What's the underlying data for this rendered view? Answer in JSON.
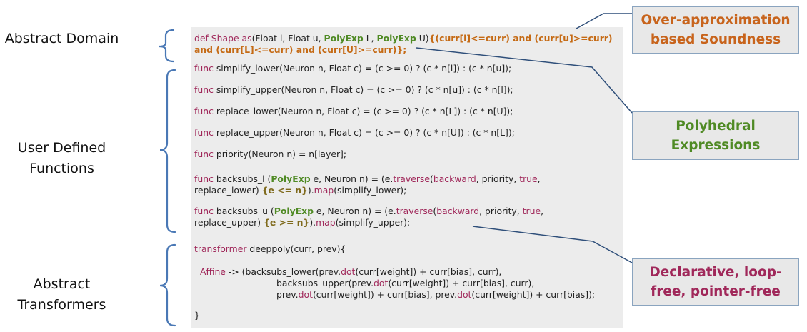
{
  "sections": [
    {
      "label": "Abstract Domain"
    },
    {
      "label": "User Defined\nFunctions"
    },
    {
      "label": "Abstract\nTransformers"
    }
  ],
  "callouts": [
    {
      "text": "Over-approximation\nbased Soundness",
      "color": "#c8641c"
    },
    {
      "text": "Polyhedral\nExpressions",
      "color": "#4f8a24"
    },
    {
      "text": "Declarative, loop-\nfree, pointer-free",
      "color": "#a0285a"
    }
  ],
  "code": {
    "shape_def": [
      [
        [
          "k",
          "def Shape as"
        ],
        [
          "",
          "(Float l, Float u, "
        ],
        [
          "ty",
          "PolyExp"
        ],
        [
          "",
          " L, "
        ],
        [
          "ty",
          "PolyExp"
        ],
        [
          "",
          " U)"
        ],
        [
          "bo",
          "{(curr[l]<=curr) and (curr[u]>=curr)"
        ]
      ],
      [
        [
          "bo",
          "and (curr[L]<=curr) and (curr[U]>=curr)};"
        ]
      ]
    ],
    "functions": [
      [
        [
          [
            "k",
            "func"
          ],
          [
            "",
            " simplify_lower(Neuron n, Float c) = (c >= 0) ? (c * n[l]) : (c * n[u]);"
          ]
        ]
      ],
      [
        [
          [
            "k",
            "func"
          ],
          [
            "",
            " simplify_upper(Neuron n, Float c) = (c >= 0) ? (c * n[u]) : (c * n[l]);"
          ]
        ]
      ],
      [
        [
          [
            "k",
            "func"
          ],
          [
            "",
            " replace_lower(Neuron n, Float c) = (c >= 0) ? (c * n[L]) : (c * n[U]);"
          ]
        ]
      ],
      [
        [
          [
            "k",
            "func"
          ],
          [
            "",
            " replace_upper(Neuron n, Float c) = (c >= 0) ? (c * n[U]) : (c * n[L]);"
          ]
        ]
      ],
      [
        [
          [
            "k",
            "func"
          ],
          [
            "",
            " priority(Neuron n) = n[layer];"
          ]
        ]
      ],
      [
        [
          [
            "k",
            "func"
          ],
          [
            "",
            " backsubs_l ("
          ],
          [
            "ty",
            "PolyExp"
          ],
          [
            "",
            " e, Neuron n) = (e."
          ],
          [
            "k",
            "traverse"
          ],
          [
            "",
            "("
          ],
          [
            "k",
            "backward"
          ],
          [
            "",
            ", priority, "
          ],
          [
            "k",
            "true"
          ],
          [
            "",
            ","
          ]
        ],
        [
          [
            "",
            "replace_lower) "
          ],
          [
            "gb",
            "{e <= n}"
          ],
          [
            "",
            ")."
          ],
          [
            "k",
            "map"
          ],
          [
            "",
            "(simplify_lower);"
          ]
        ]
      ],
      [
        [
          [
            "k",
            "func"
          ],
          [
            "",
            " backsubs_u ("
          ],
          [
            "ty",
            "PolyExp"
          ],
          [
            "",
            " e, Neuron n) = (e."
          ],
          [
            "k",
            "traverse"
          ],
          [
            "",
            "("
          ],
          [
            "k",
            "backward"
          ],
          [
            "",
            ", priority, "
          ],
          [
            "k",
            "true"
          ],
          [
            "",
            ","
          ]
        ],
        [
          [
            "",
            "replace_upper) "
          ],
          [
            "gb",
            "{e >= n}"
          ],
          [
            "",
            ")."
          ],
          [
            "k",
            "map"
          ],
          [
            "",
            "(simplify_upper);"
          ]
        ]
      ]
    ],
    "transformer": [
      [
        [
          "k",
          "transformer"
        ],
        [
          "",
          " deeppoly(curr, prev){"
        ]
      ],
      [
        [
          "k",
          "Affine"
        ],
        [
          "",
          " -> (backsubs_lower(prev."
        ],
        [
          "k",
          "dot"
        ],
        [
          "",
          "(curr[weight]) + curr[bias], curr),"
        ]
      ],
      [
        [
          "",
          "backsubs_upper(prev."
        ],
        [
          "k",
          "dot"
        ],
        [
          "",
          "(curr[weight]) + curr[bias], curr),"
        ]
      ],
      [
        [
          "",
          "prev."
        ],
        [
          "k",
          "dot"
        ],
        [
          "",
          "(curr[weight]) + curr[bias], prev."
        ],
        [
          "k",
          "dot"
        ],
        [
          "",
          "(curr[weight]) + curr[bias]);"
        ]
      ],
      [
        [
          "",
          "}"
        ]
      ]
    ]
  }
}
